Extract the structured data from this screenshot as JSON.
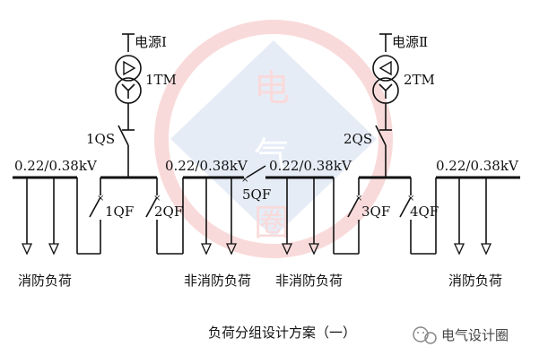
{
  "diagram": {
    "caption": "负荷分组设计方案（一）",
    "sources": [
      {
        "id": "left",
        "name": "电源Ⅰ",
        "transformer": "1TM",
        "switch": "1QS"
      },
      {
        "id": "right",
        "name": "电源Ⅱ",
        "transformer": "2TM",
        "switch": "2QS"
      }
    ],
    "voltages": [
      "0.22/0.38kV",
      "0.22/0.38kV",
      "0.22/0.38kV",
      "0.22/0.38kV"
    ],
    "breakers": [
      "1QF",
      "2QF",
      "5QF",
      "3QF",
      "4QF"
    ],
    "load_groups": [
      "消防负荷",
      "非消防负荷",
      "非消防负荷",
      "消防负荷"
    ]
  },
  "watermark": {
    "text": "电气设计圈",
    "logo_chars": [
      "电",
      "气",
      "圈"
    ]
  }
}
